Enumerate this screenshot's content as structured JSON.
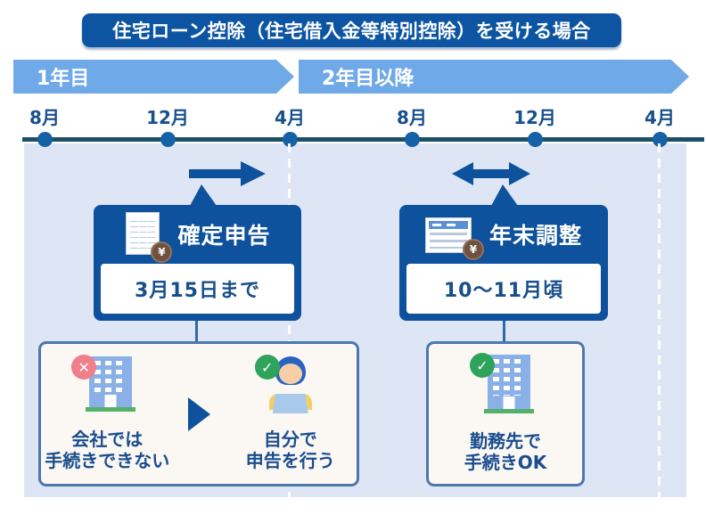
{
  "title": "住宅ローン控除（住宅借入金等特別控除）を受ける場合",
  "timeline": {
    "periods": [
      "1年目",
      "2年目以降"
    ],
    "months": [
      "8月",
      "12月",
      "4月",
      "8月",
      "12月",
      "4月"
    ]
  },
  "cards": [
    {
      "icon": "tax-return-document-with-yen-coin",
      "label": "確定申告",
      "deadline": "3月15日まで"
    },
    {
      "icon": "year-end-adjustment-form-with-yen-coin",
      "label": "年末調整",
      "deadline": "10〜11月頃"
    }
  ],
  "notes": [
    {
      "steps": [
        {
          "status": "ng",
          "icon": "office-building",
          "lines": [
            "会社では",
            "手続きできない"
          ]
        },
        {
          "status": "ok",
          "icon": "person-with-laptop",
          "lines": [
            "自分で",
            "申告を行う"
          ]
        }
      ]
    },
    {
      "steps": [
        {
          "status": "ok",
          "icon": "office-building",
          "lines": [
            "勤務先で",
            "手続きOK"
          ]
        }
      ]
    }
  ],
  "glyphs": {
    "ok": "✓",
    "ng": "✕",
    "yen": "¥"
  },
  "colors": {
    "deep_blue": "#0d55a2",
    "card_blue": "#0e519c",
    "banner_blue": "#70a9e8",
    "panel_blue": "#dee6f5",
    "timeline_line": "#1c5068",
    "timeline_dot": "#1561a6",
    "text_dark_blue": "#174e8d",
    "note_box_bg": "#fbf8f3",
    "note_box_border": "#4d77ad",
    "ok_green": "#2fa35b",
    "ng_red": "#ee7f8b",
    "building_blue": "#8ab0e8",
    "base_green": "#55b06a",
    "coin_brown": "#6e5140"
  }
}
